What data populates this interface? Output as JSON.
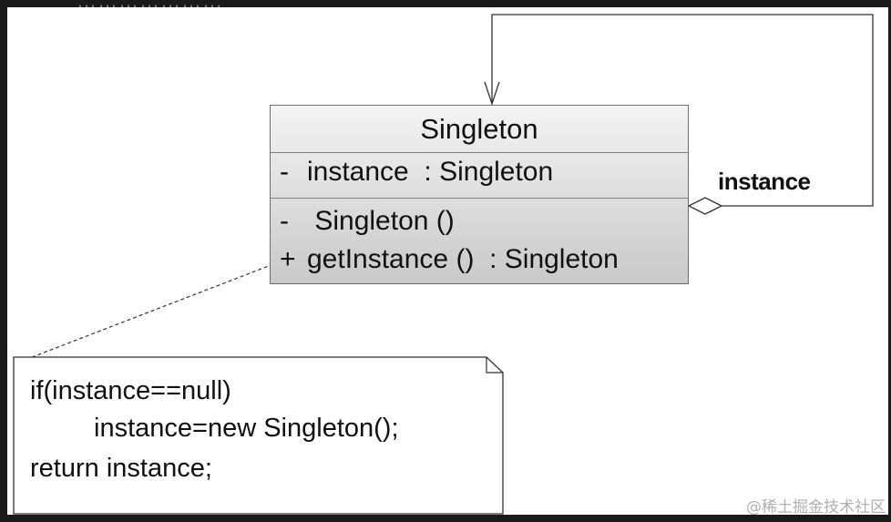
{
  "caption_fragment": "…………………",
  "class": {
    "name": "Singleton",
    "attribute": {
      "visibility": "-",
      "text": "instance  : Singleton"
    },
    "methods": [
      {
        "visibility": "-",
        "text": " Singleton ()"
      },
      {
        "visibility": "+",
        "text": "getInstance ()  : Singleton"
      }
    ]
  },
  "association": {
    "role": "instance"
  },
  "note": {
    "lines": [
      "if(instance==null)",
      "instance=new Singleton();",
      "return instance;"
    ]
  },
  "watermark": "@稀土掘金技术社区"
}
